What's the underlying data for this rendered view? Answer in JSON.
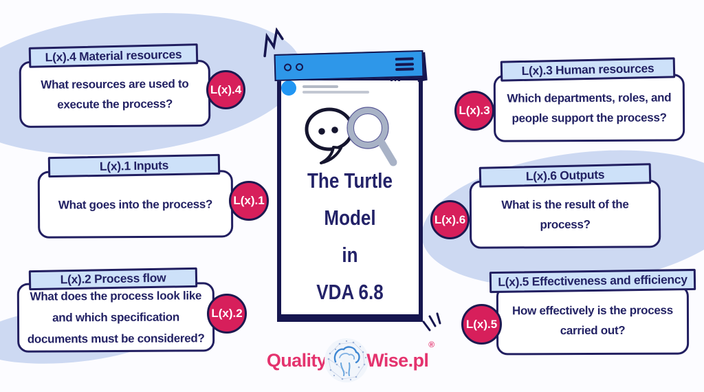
{
  "page": {
    "background_color": "#fcfcff",
    "blob_color": "#cdd9f2"
  },
  "colors": {
    "navy_outline": "#211e60",
    "badge_red": "#d71f5b",
    "header_fill_blue": "#cde1f9",
    "phone_bar_blue": "#2e97e9",
    "avatar_blue": "#2196f3",
    "magnifier_gray": "#a8b2c6",
    "logo_pink": "#e4336e"
  },
  "phone": {
    "title_lines": [
      "The Turtle",
      "Model",
      "in",
      "VDA 6.8"
    ],
    "icons": [
      "window-dots-icon",
      "menu-icon",
      "avatar-icon",
      "chat-bubble-icon",
      "magnifier-icon",
      "crash-icon",
      "action-lines-icon"
    ]
  },
  "cards": [
    {
      "id": "material-resources",
      "header": "L(x).4 Material resources",
      "question": "What resources are used to execute the process?",
      "badge": "L(x).4"
    },
    {
      "id": "inputs",
      "header": "L(x).1 Inputs",
      "question": "What goes into the process?",
      "badge": "L(x).1"
    },
    {
      "id": "process-flow",
      "header": "L(x).2 Process flow",
      "question": "What does the process look like and which specification documents must be considered?",
      "badge": "L(x).2"
    },
    {
      "id": "human-resources",
      "header": "L(x).3 Human resources",
      "question": "Which departments, roles, and people support the process?",
      "badge": "L(x).3"
    },
    {
      "id": "outputs",
      "header": "L(x).6 Outputs",
      "question": "What is the result of the process?",
      "badge": "L(x).6"
    },
    {
      "id": "effectiveness",
      "header": "L(x).5 Effectiveness and efficiency",
      "question": "How effectively is the process carried out?",
      "badge": "L(x).5"
    }
  ],
  "logo": {
    "quality": "Quality",
    "wise": "Wise.pl",
    "registered": "®",
    "icon": "brain-logo-icon"
  }
}
